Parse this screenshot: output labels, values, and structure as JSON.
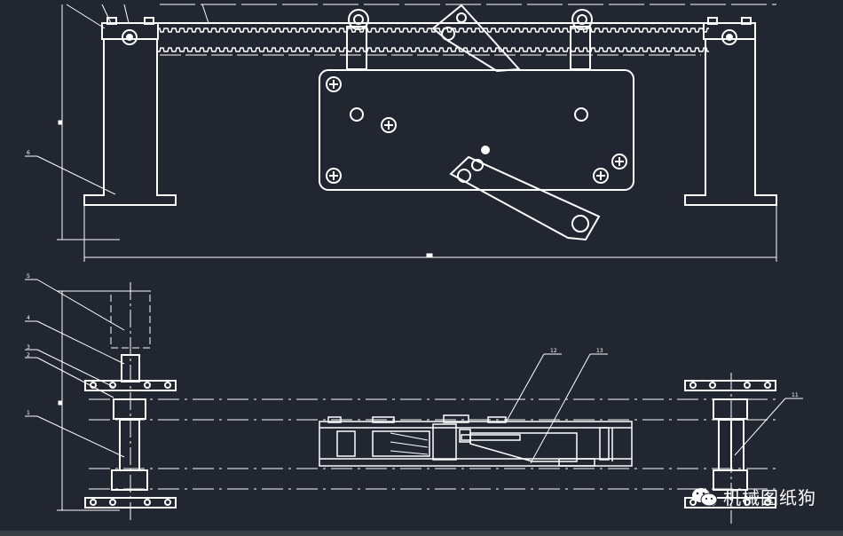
{
  "drawing": {
    "callouts": {
      "c1": "1",
      "c2": "2",
      "c3": "3",
      "c4": "4",
      "c5": "5",
      "c6": "6",
      "c11": "11",
      "c12": "12",
      "c13": "13"
    }
  },
  "watermark": {
    "text": "机械图纸狗",
    "icon": "wechat-icon"
  },
  "colors": {
    "background": "#212630",
    "lines": "#ffffff",
    "status_bar": "#3a3e45"
  }
}
